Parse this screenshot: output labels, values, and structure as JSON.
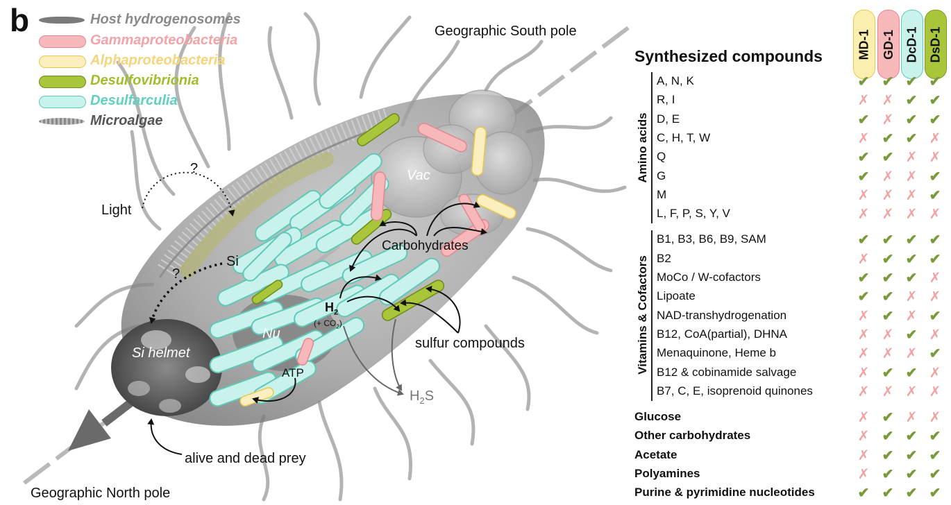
{
  "panel_label": "b",
  "legend": [
    {
      "name": "Host hydrogenosomes",
      "text_color": "#8a8a8a",
      "swatch_color": "#7a7a7a",
      "icon": "hydrogenosome-icon"
    },
    {
      "name": "Gammaproteobacteria",
      "text_color": "#f4a3a8",
      "swatch_color": "#f7b8bb",
      "icon": "gammaproteobacteria-icon"
    },
    {
      "name": "Alphaproteobacteria",
      "text_color": "#f5d47a",
      "swatch_color": "#fbefc0",
      "icon": "alphaproteobacteria-icon"
    },
    {
      "name": "Desulfovibrionia",
      "text_color": "#9fbf2a",
      "swatch_color": "#a9c63a",
      "icon": "desulfovibrionia-icon"
    },
    {
      "name": "Desulfarculia",
      "text_color": "#5fd0c2",
      "swatch_color": "#c8f2eb",
      "icon": "desulfarculia-icon"
    },
    {
      "name": "Microalgae",
      "text_color": "#555555",
      "swatch_color": "#9a9a9a",
      "icon": "microalgae-icon"
    }
  ],
  "diagram": {
    "south_pole": "Geographic South pole",
    "north_pole": "Geographic North pole",
    "question_1": "?",
    "question_2": "?",
    "light": "Light",
    "si": "Si",
    "vac": "Vac",
    "carbohydrates": "Carbohydrates",
    "nu": "Nu",
    "h2": "H",
    "h2_sub": "2",
    "co2": "(+ CO",
    "co2_sub": "2",
    "co2_end": ")",
    "sulfur": "sulfur compounds",
    "si_helmet": "Si helmet",
    "atp": "ATP",
    "h2s": "H",
    "h2s_sub": "2",
    "h2s_end": "S",
    "prey": "alive and dead prey"
  },
  "table": {
    "title": "Synthesized compounds",
    "organisms": [
      {
        "name": "MD-1",
        "color": "#fbefb0",
        "border": "#e8c84a"
      },
      {
        "name": "GD-1",
        "color": "#f7b8bb",
        "border": "#e6868c"
      },
      {
        "name": "DcD-1",
        "color": "#c8f2eb",
        "border": "#5fc8b8"
      },
      {
        "name": "DsD-1",
        "color": "#a9c63a",
        "border": "#7e9a22"
      }
    ],
    "groups": [
      {
        "name": "Amino acids",
        "rows": [
          {
            "label": "A, N, K",
            "values": [
              true,
              true,
              true,
              true
            ]
          },
          {
            "label": "R, I",
            "values": [
              false,
              false,
              true,
              true
            ]
          },
          {
            "label": "D, E",
            "values": [
              true,
              false,
              true,
              true
            ]
          },
          {
            "label": "C, H, T, W",
            "values": [
              false,
              true,
              true,
              false
            ]
          },
          {
            "label": "Q",
            "values": [
              true,
              true,
              false,
              false
            ]
          },
          {
            "label": "G",
            "values": [
              true,
              false,
              false,
              true
            ]
          },
          {
            "label": "M",
            "values": [
              false,
              false,
              false,
              true
            ]
          },
          {
            "label": "L, F, P, S, Y, V",
            "values": [
              false,
              false,
              false,
              false
            ]
          }
        ]
      },
      {
        "name": "Vitamins & Cofactors",
        "rows": [
          {
            "label": "B1, B3, B6, B9, SAM",
            "values": [
              true,
              true,
              true,
              true
            ]
          },
          {
            "label": "B2",
            "values": [
              false,
              true,
              true,
              true
            ]
          },
          {
            "label": "MoCo / W-cofactors",
            "values": [
              true,
              true,
              true,
              false
            ]
          },
          {
            "label": "Lipoate",
            "values": [
              true,
              true,
              false,
              false
            ]
          },
          {
            "label": "NAD-transhydrogenation",
            "values": [
              false,
              true,
              false,
              true
            ]
          },
          {
            "label": "B12, CoA(partial), DHNA",
            "values": [
              false,
              false,
              true,
              false
            ]
          },
          {
            "label": "Menaquinone, Heme b",
            "values": [
              false,
              false,
              false,
              true
            ]
          },
          {
            "label": "B12 & cobinamide salvage",
            "values": [
              false,
              true,
              true,
              false
            ]
          },
          {
            "label": "B7, C, E, isoprenoid quinones",
            "values": [
              false,
              false,
              false,
              false
            ]
          }
        ]
      }
    ],
    "extra_rows": [
      {
        "label": "Glucose",
        "values": [
          false,
          true,
          false,
          false
        ]
      },
      {
        "label": "Other carbohydrates",
        "values": [
          false,
          true,
          true,
          true
        ]
      },
      {
        "label": "Acetate",
        "values": [
          false,
          true,
          true,
          true
        ]
      },
      {
        "label": "Polyamines",
        "values": [
          false,
          true,
          true,
          true
        ]
      },
      {
        "label": "Purine & pyrimidine nucleotides",
        "values": [
          true,
          true,
          true,
          true
        ]
      }
    ],
    "yes_symbol": "✔",
    "no_symbol": "✗"
  }
}
